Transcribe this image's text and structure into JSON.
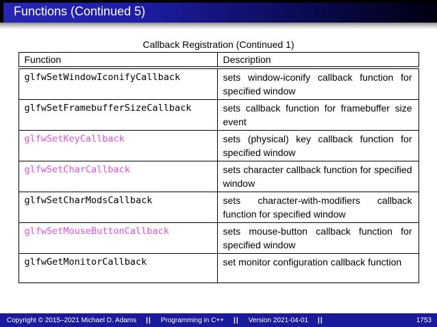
{
  "title_bar": {
    "title": "Functions (Continued 5)"
  },
  "table": {
    "caption": "Callback Registration (Continued 1)",
    "headers": [
      "Function",
      "Description"
    ],
    "rows": [
      {
        "function": "glfwSetWindowIconifyCallback",
        "description": "sets window-iconify callback function for specified window",
        "highlighted": false
      },
      {
        "function": "glfwSetFramebufferSizeCallback",
        "description": "sets callback function for framebuffer size event",
        "highlighted": false
      },
      {
        "function": "glfwSetKeyCallback",
        "description": "sets (physical) key callback function for specified window",
        "highlighted": true
      },
      {
        "function": "glfwSetCharCallback",
        "description": "sets character callback function for specified window",
        "highlighted": true
      },
      {
        "function": "glfwSetCharModsCallback",
        "description": "sets character-with-modifiers callback function for specified window",
        "highlighted": false
      },
      {
        "function": "glfwSetMouseButtonCallback",
        "description": "sets mouse-button callback function for specified window",
        "highlighted": true
      },
      {
        "function": "glfwGetMonitorCallback",
        "description": "set monitor configuration callback function",
        "highlighted": false
      }
    ]
  },
  "footer": {
    "copyright": "Copyright © 2015–2021 Michael D. Adams",
    "separator": "||",
    "course": "Programming in C++",
    "version": "Version 2021-04-01",
    "page_number": "1753"
  },
  "colors": {
    "title_bar_left": "#2626b2",
    "title_bar_right": "#000010",
    "footer_bar": "#1a1a9a",
    "highlight_function": "#e04fe0"
  }
}
